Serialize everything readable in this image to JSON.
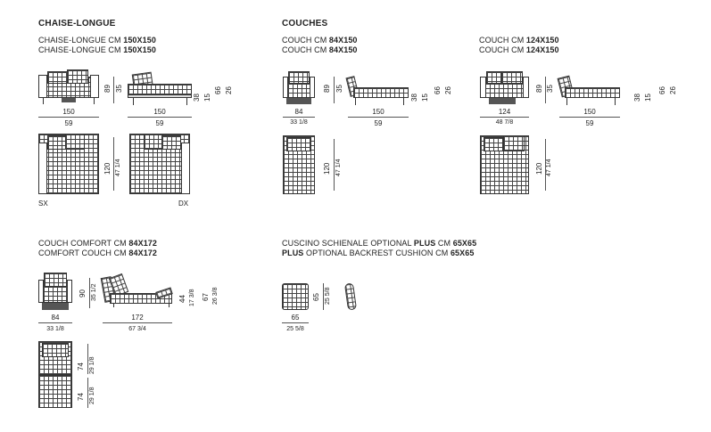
{
  "sections": {
    "chaise": {
      "title": "CHAISE-LONGUE",
      "caption1_pre": "CHAISE-LONGUE CM ",
      "caption1_bold": "150X150",
      "caption2_pre": "CHAISE-LONGUE CM ",
      "caption2_bold": "150X150",
      "front_w_cm": "150",
      "front_w_in": "59",
      "side_w_cm": "150",
      "side_w_in": "59",
      "h_cm": "89",
      "h_in": "35",
      "seat_cm": "38",
      "seat_in": "15",
      "arm_cm": "66",
      "arm_in": "26",
      "plan_d_cm": "120",
      "plan_d_in": "47 1/4",
      "left_label": "SX",
      "right_label": "DX"
    },
    "couches": {
      "title": "COUCHES",
      "a_caption1_pre": "COUCH CM ",
      "a_caption1_bold": "84X150",
      "a_caption2_pre": "COUCH CM ",
      "a_caption2_bold": "84X150",
      "a_front_w_cm": "84",
      "a_front_w_in": "33 1/8",
      "a_side_w_cm": "150",
      "a_side_w_in": "59",
      "a_h_cm": "89",
      "a_h_in": "35",
      "a_seat_cm": "38",
      "a_seat_in": "15",
      "a_arm_cm": "66",
      "a_arm_in": "26",
      "a_plan_d_cm": "120",
      "a_plan_d_in": "47 1/4",
      "b_caption1_pre": "COUCH CM ",
      "b_caption1_bold": "124X150",
      "b_caption2_pre": "COUCH CM ",
      "b_caption2_bold": "124X150",
      "b_front_w_cm": "124",
      "b_front_w_in": "48 7/8",
      "b_side_w_cm": "150",
      "b_side_w_in": "59",
      "b_h_cm": "89",
      "b_h_in": "35",
      "b_seat_cm": "38",
      "b_seat_in": "15",
      "b_arm_cm": "66",
      "b_arm_in": "26",
      "b_plan_d_cm": "120",
      "b_plan_d_in": "47 1/4"
    },
    "comfort": {
      "caption1_pre": "COUCH COMFORT CM ",
      "caption1_bold": "84X172",
      "caption2_pre": "COMFORT COUCH CM ",
      "caption2_bold": "84X172",
      "front_w_cm": "84",
      "front_w_in": "33 1/8",
      "side_w_cm": "172",
      "side_w_in": "67 3/4",
      "h_cm": "90",
      "h_in": "35 1/2",
      "seat_cm": "44",
      "seat_in": "17 3/8",
      "arm_cm": "67",
      "arm_in": "26 3/8",
      "plan_d1_cm": "74",
      "plan_d1_in": "29 1/8",
      "plan_d2_cm": "74",
      "plan_d2_in": "29 1/8"
    },
    "cushion": {
      "caption1_pre": "CUSCINO SCHIENALE OPTIONAL ",
      "caption1_bold": "PLUS",
      "caption1_mid": " CM ",
      "caption1_bold2": "65X65",
      "caption2_bold": "PLUS",
      "caption2_mid": " OPTIONAL BACKREST CUSHION CM ",
      "caption2_bold2": "65X65",
      "w_cm": "65",
      "w_in": "25 5/8",
      "h_cm": "65",
      "h_in": "25 5/8"
    }
  }
}
